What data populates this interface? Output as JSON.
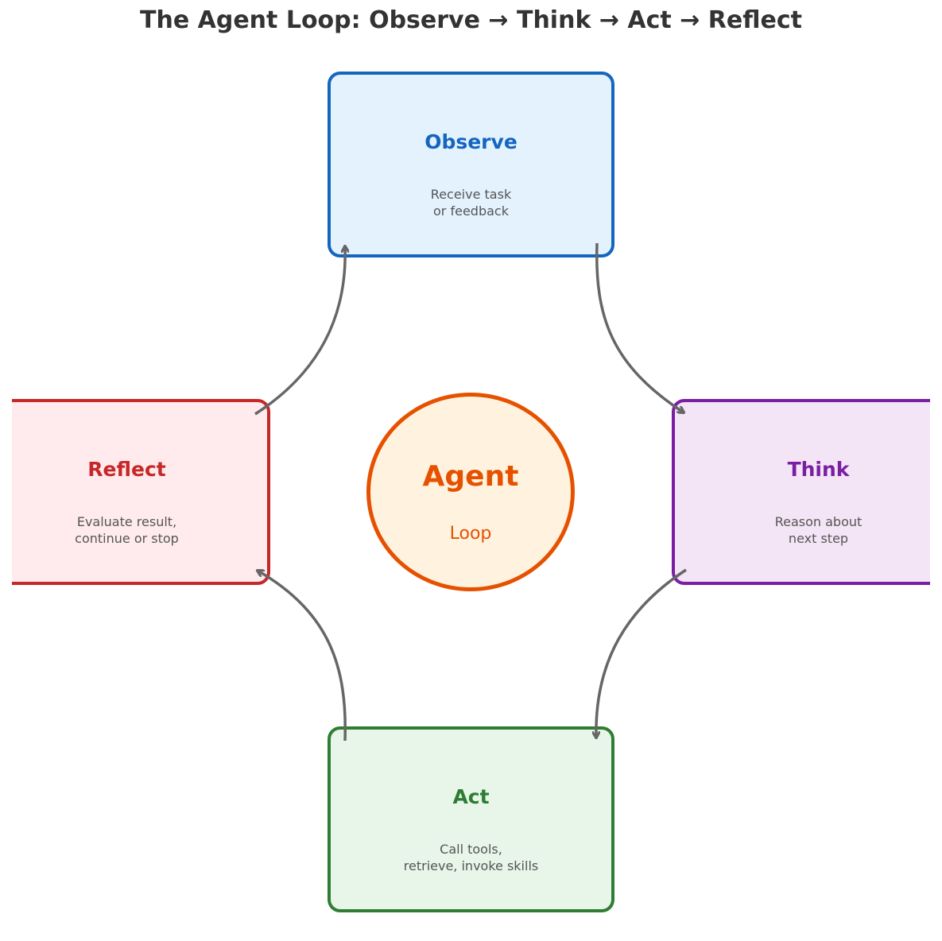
{
  "title": "The Agent Loop: Observe → Think → Act → Reflect",
  "center": {
    "title": "Agent",
    "subtitle": "Loop",
    "border_color": "#e65100",
    "fill_color": "#fff3e0"
  },
  "nodes": [
    {
      "id": "observe",
      "title": "Observe",
      "description": [
        "Receive task",
        "or feedback"
      ],
      "border_color": "#1565c0",
      "fill_color": "#e3f2fd",
      "title_color": "#1565c0"
    },
    {
      "id": "think",
      "title": "Think",
      "description": [
        "Reason about",
        "next step"
      ],
      "border_color": "#7b1fa2",
      "fill_color": "#f3e5f5",
      "title_color": "#7b1fa2"
    },
    {
      "id": "act",
      "title": "Act",
      "description": [
        "Call tools,",
        "retrieve, invoke skills"
      ],
      "border_color": "#2e7d32",
      "fill_color": "#e8f5e9",
      "title_color": "#2e7d32"
    },
    {
      "id": "reflect",
      "title": "Reflect",
      "description": [
        "Evaluate result,",
        "continue or stop"
      ],
      "border_color": "#c62828",
      "fill_color": "#ffebee",
      "title_color": "#c62828"
    }
  ],
  "edges": [
    {
      "from": "observe",
      "to": "think"
    },
    {
      "from": "think",
      "to": "act"
    },
    {
      "from": "act",
      "to": "reflect"
    },
    {
      "from": "reflect",
      "to": "observe"
    }
  ],
  "arrow_color": "#666666"
}
